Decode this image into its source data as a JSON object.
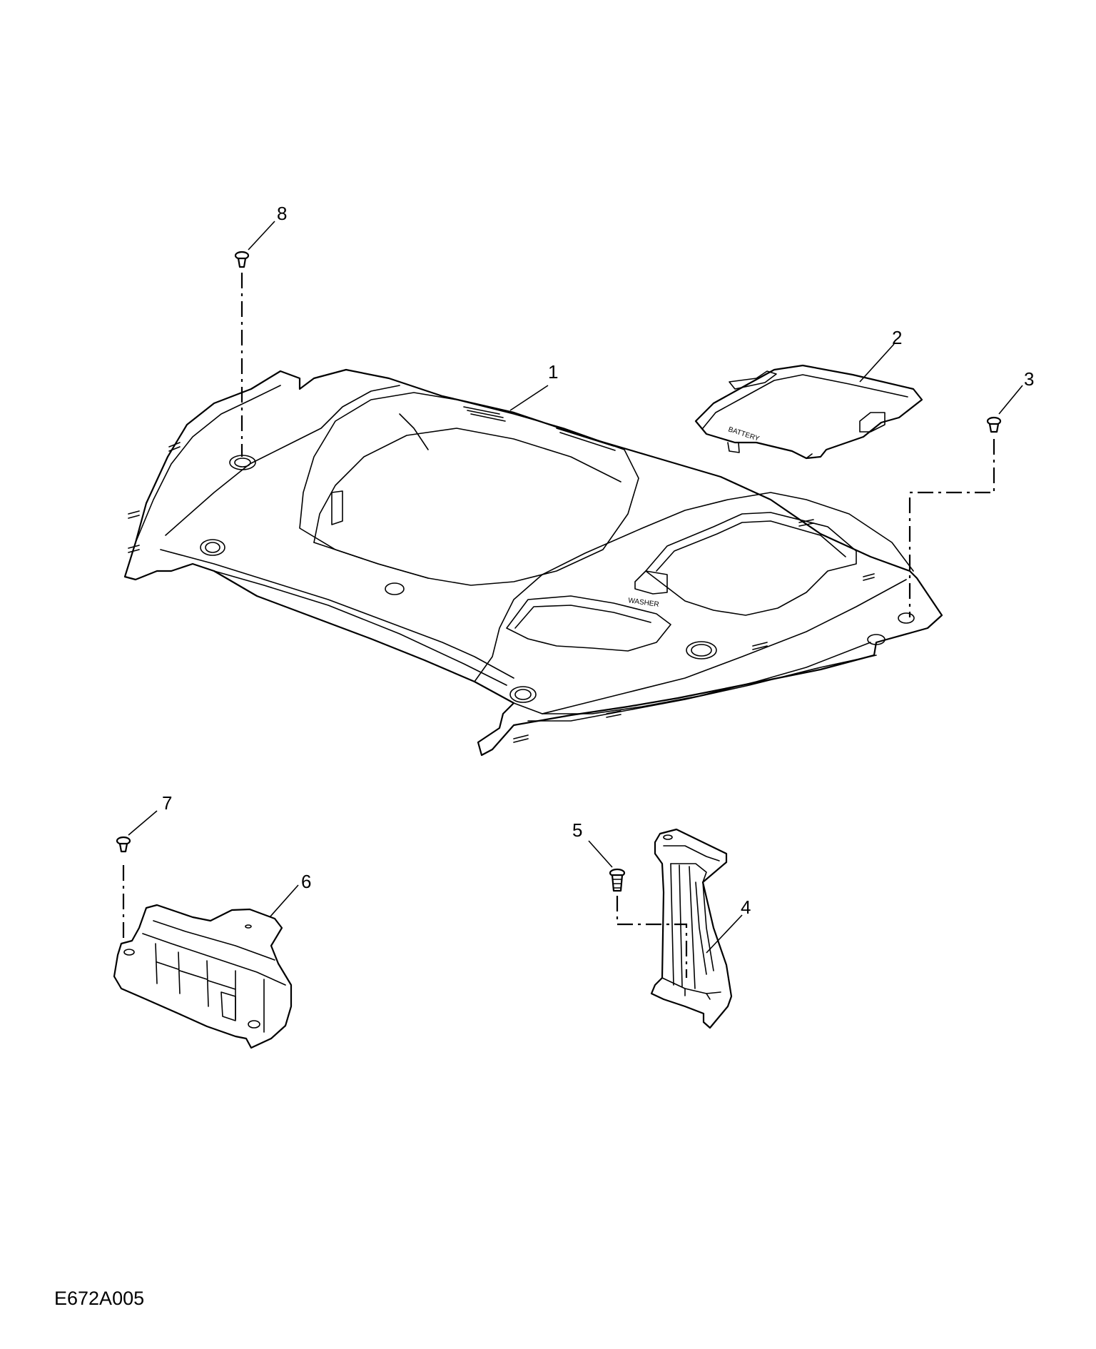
{
  "figure_id": "E672A005",
  "embossed_labels": {
    "battery": "BATTERY",
    "washer": "WASHER"
  },
  "callouts": [
    {
      "id": "callout-1",
      "label": "1"
    },
    {
      "id": "callout-2",
      "label": "2"
    },
    {
      "id": "callout-3",
      "label": "3"
    },
    {
      "id": "callout-4",
      "label": "4"
    },
    {
      "id": "callout-5",
      "label": "5"
    },
    {
      "id": "callout-6",
      "label": "6"
    },
    {
      "id": "callout-7",
      "label": "7"
    },
    {
      "id": "callout-8",
      "label": "8"
    }
  ],
  "colors": {
    "ink": "#000000",
    "paper": "#ffffff"
  }
}
